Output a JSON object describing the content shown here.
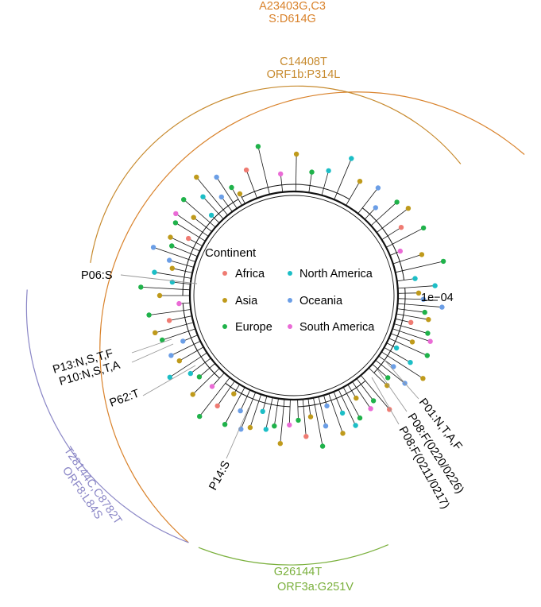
{
  "colors": {
    "africa": "#ef7b72",
    "asia": "#bf9a1b",
    "europe": "#1fb24a",
    "north_america": "#1cbec6",
    "oceania": "#6b9ee6",
    "south_america": "#ea6bd6",
    "arc_d614g": "#d9822b",
    "arc_p314l": "#c78a2e",
    "arc_l84s": "#8a86c6",
    "arc_g251v": "#7ab03c",
    "tree": "#111111"
  },
  "arcs": [
    {
      "id": "d614g",
      "lines": [
        "A23403G,C3",
        "S:D614G"
      ]
    },
    {
      "id": "p314l",
      "lines": [
        "C14408T",
        "ORF1b:P314L"
      ]
    },
    {
      "id": "l84s",
      "lines": [
        "T28144C,C8782T",
        "ORF8:L84S"
      ]
    },
    {
      "id": "g251v",
      "lines": [
        "G26144T",
        "ORF3a:G251V"
      ]
    }
  ],
  "legend": {
    "title": "Continent",
    "items": [
      {
        "label": "Africa",
        "color_key": "africa"
      },
      {
        "label": "North America",
        "color_key": "north_america"
      },
      {
        "label": "Asia",
        "color_key": "asia"
      },
      {
        "label": "Oceania",
        "color_key": "oceania"
      },
      {
        "label": "Europe",
        "color_key": "europe"
      },
      {
        "label": "South America",
        "color_key": "south_america"
      }
    ]
  },
  "scale_bar": {
    "label": "1e−04"
  },
  "patient_labels": [
    {
      "id": "p06",
      "text": "P06:S"
    },
    {
      "id": "p13",
      "text": "P13:N,S,T,F"
    },
    {
      "id": "p10",
      "text": "P10:N,S,T,A"
    },
    {
      "id": "p62",
      "text": "P62:T"
    },
    {
      "id": "p14",
      "text": "P14:S"
    },
    {
      "id": "p01",
      "text": "P01:N,T,A,F"
    },
    {
      "id": "p08a",
      "text": "P08:F(0220/0226)"
    },
    {
      "id": "p08b",
      "text": "P08:F(0211/0217)"
    }
  ]
}
